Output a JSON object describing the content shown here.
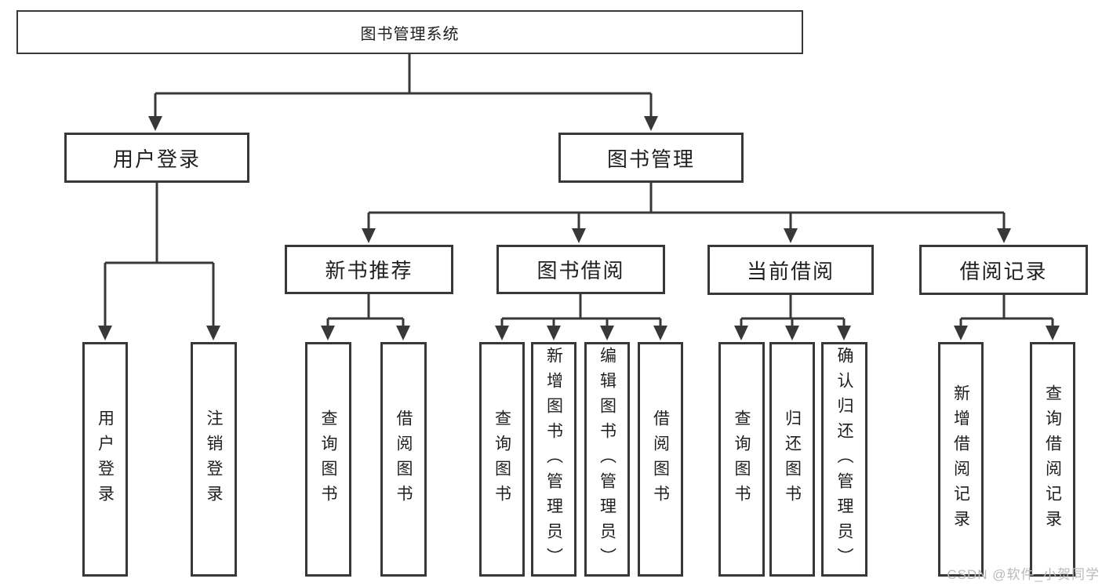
{
  "colors": {
    "line": "#383838",
    "box_border": "#383838",
    "text": "#1f1f1f",
    "watermark": "#b9b9b9",
    "background": "#ffffff"
  },
  "watermark": {
    "text": "CSDN @软件_小贺同学"
  },
  "tree": {
    "label": "图书管理系统",
    "children": [
      {
        "label": "用户登录",
        "children": [
          {
            "label": "用户登录"
          },
          {
            "label": "注销登录"
          }
        ]
      },
      {
        "label": "图书管理",
        "children": [
          {
            "label": "新书推荐",
            "children": [
              {
                "label": "查询图书"
              },
              {
                "label": "借阅图书"
              }
            ]
          },
          {
            "label": "图书借阅",
            "children": [
              {
                "label": "查询图书"
              },
              {
                "label": "新增图书（管理员）"
              },
              {
                "label": "编辑图书（管理员）"
              },
              {
                "label": "借阅图书"
              }
            ]
          },
          {
            "label": "当前借阅",
            "children": [
              {
                "label": "查询图书"
              },
              {
                "label": "归还图书"
              },
              {
                "label": "确认归还（管理员）"
              }
            ]
          },
          {
            "label": "借阅记录",
            "children": [
              {
                "label": "新增借阅记录"
              },
              {
                "label": "查询借阅记录"
              }
            ]
          }
        ]
      }
    ]
  }
}
